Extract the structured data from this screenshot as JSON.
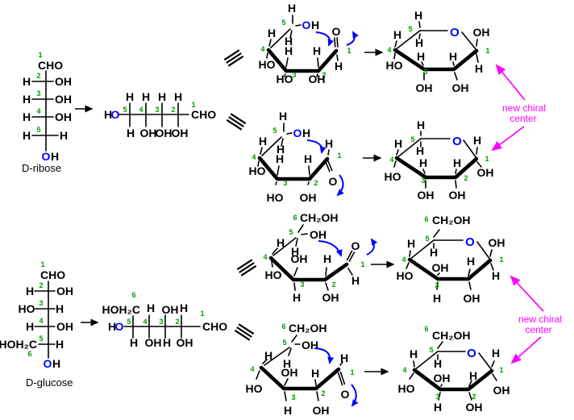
{
  "figure": {
    "description_left_labels": [
      "D-ribose",
      "D-glucose"
    ],
    "annotation_text": "new chiral center"
  },
  "colors": {
    "bond": "#000000",
    "carbon_numbers": "#009900",
    "oxygen_highlight": "#0000ff",
    "curved_arrows": "#0000ff",
    "annotation": "#ff00ff",
    "background": "#ffffff"
  },
  "tok": {
    "H": "H",
    "O": "O",
    "OH": "OH",
    "HO": "HO",
    "CHO": "CHO",
    "CH2OH": "CH₂OH",
    "HOH2C": "HOH₂C"
  },
  "num": {
    "1": "1",
    "2": "2",
    "3": "3",
    "4": "4",
    "5": "5",
    "6": "6"
  },
  "names": {
    "ribose": "D-ribose",
    "glucose": "D-glucose"
  },
  "annotation": {
    "line1": "new chiral",
    "line2": "center"
  }
}
